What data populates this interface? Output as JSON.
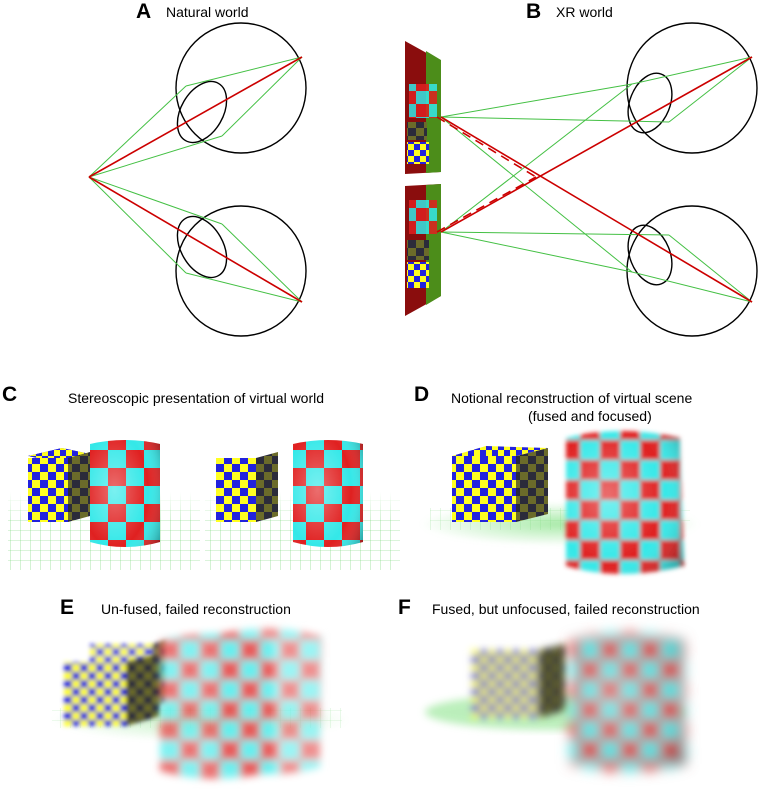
{
  "panels": {
    "a": {
      "letter": "A",
      "title": "Natural world"
    },
    "b": {
      "letter": "B",
      "title": "XR world"
    },
    "c": {
      "letter": "C",
      "title": "Stereoscopic presentation of virtual world"
    },
    "d": {
      "letter": "D",
      "title_line1": "Notional reconstruction of virtual scene",
      "title_line2": "(fused and focused)"
    },
    "e": {
      "letter": "E",
      "title": "Un-fused, failed reconstruction"
    },
    "f": {
      "letter": "F",
      "title": "Fused, but unfocused, failed reconstruction"
    }
  },
  "colors": {
    "ray_green": "#44c044",
    "ray_red": "#cc0000",
    "checker_blue": "#2222dd",
    "checker_yellow": "#ffff22",
    "checker_red": "#e02020",
    "checker_cyan": "#33e8e8",
    "floor_green": "#6fd36f",
    "display_red": "#8a0d0d"
  }
}
